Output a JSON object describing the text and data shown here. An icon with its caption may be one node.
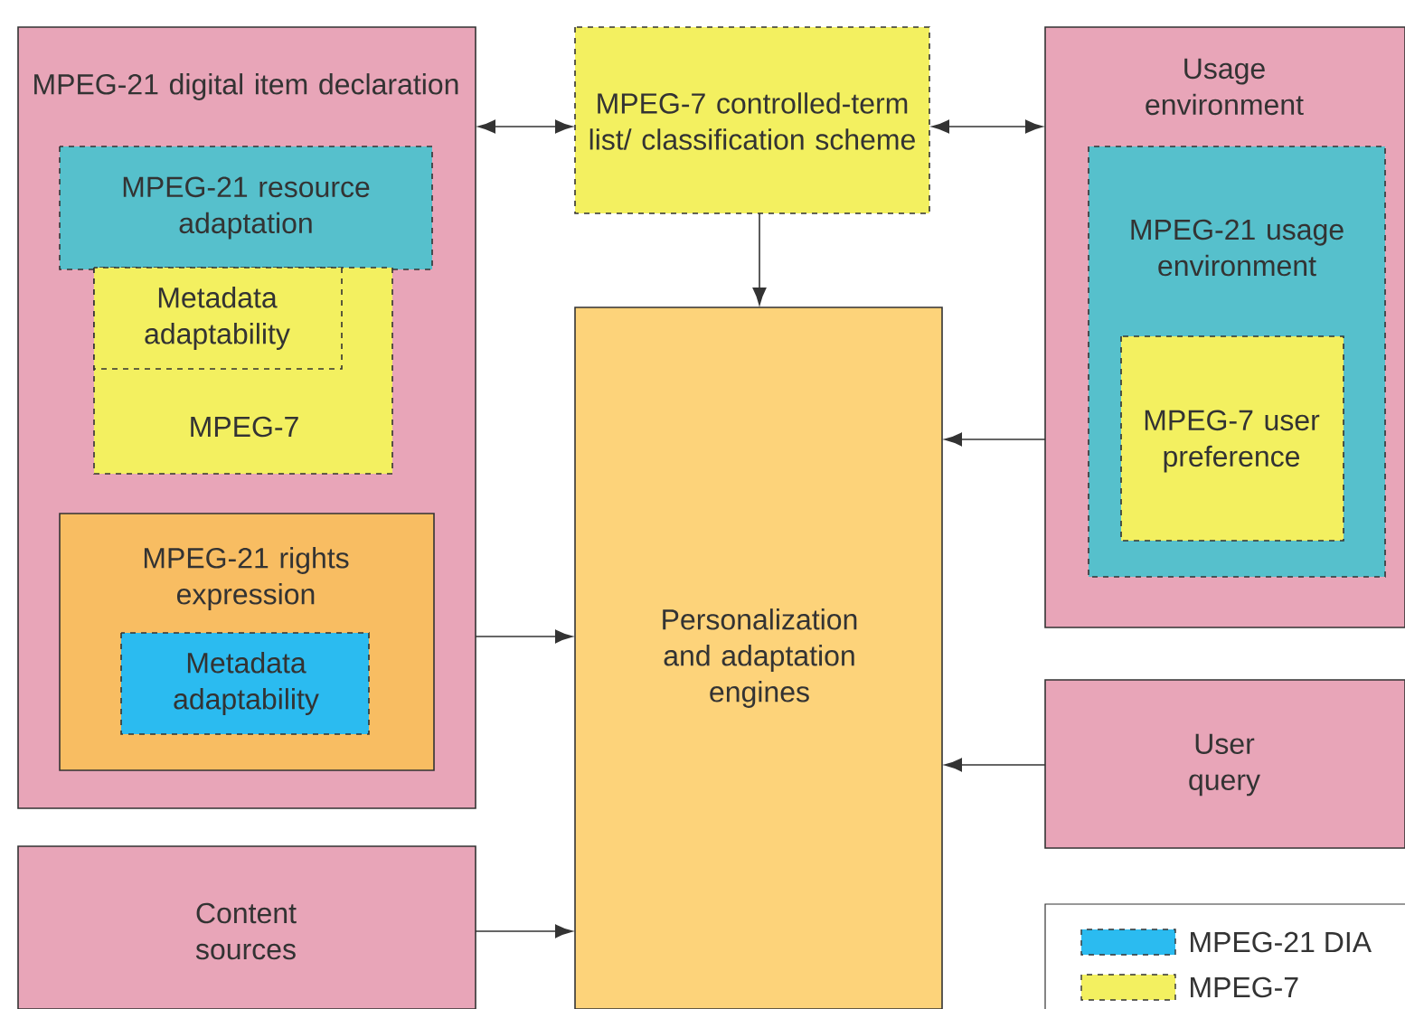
{
  "diagram": {
    "nodes": [
      {
        "text": [
          "MPEG-21 digital item declaration"
        ]
      },
      {
        "text": [
          "MPEG-21 resource adaptation"
        ],
        "in": 0
      },
      {
        "text": [
          "MPEG-7"
        ],
        "in": 0
      },
      {
        "text": [
          "Metadata adaptability"
        ],
        "in": 2
      },
      {
        "text": [
          "MPEG-21 rights expression"
        ],
        "in": 0
      },
      {
        "text": [
          "Metadata adaptability"
        ],
        "in": 4
      },
      {
        "text": [
          "Content sources"
        ]
      },
      {
        "text": [
          "MPEG-7 controlled-term list/ classification scheme"
        ]
      },
      {
        "text": [
          "Personalization and adaptation engines"
        ]
      },
      {
        "text": [
          "Usage environment"
        ]
      },
      {
        "text": [
          "MPEG-21 usage environment"
        ],
        "in": 9
      },
      {
        "text": [
          "MPEG-7 user preference"
        ],
        "in": 10
      },
      {
        "text": [
          "User query"
        ]
      }
    ],
    "edges": [
      {
        "from": 0,
        "to": 7,
        "arrow": "both"
      },
      {
        "from": 7,
        "to": 9,
        "arrow": "both"
      },
      {
        "from": 7,
        "to": 8,
        "arrow": "to"
      },
      {
        "from": 9,
        "to": 8,
        "arrow": "to"
      },
      {
        "from": 0,
        "to": 8,
        "arrow": "to"
      },
      {
        "from": 12,
        "to": 8,
        "arrow": "to"
      },
      {
        "from": 6,
        "to": 8,
        "arrow": "to"
      }
    ],
    "legend": [
      {
        "text": "MPEG-21 DIA",
        "color": "#2bbbf0"
      },
      {
        "text": "MPEG-7",
        "color": "#f3f060"
      }
    ]
  }
}
